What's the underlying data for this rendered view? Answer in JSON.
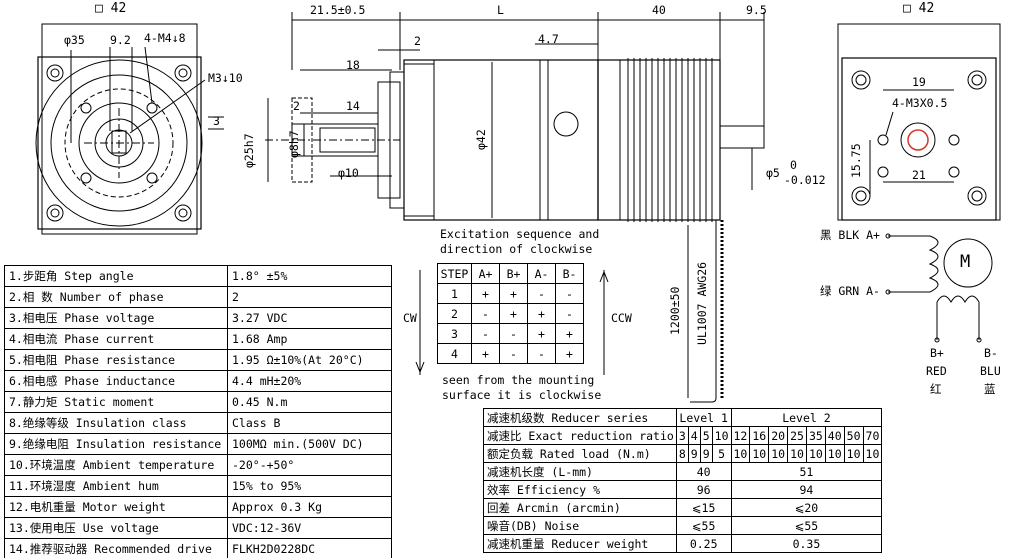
{
  "dims": {
    "sq42_left": "42",
    "sq42_right": "42",
    "d35": "φ35",
    "d9_2": "9.2",
    "m4": "4-M4↓8",
    "m3": "M3↓10",
    "n3": "3",
    "d21_5": "21.5±0.5",
    "L": "L",
    "d40": "40",
    "d9_5": "9.5",
    "d2a": "2",
    "d4_7": "4.7",
    "d18": "18",
    "d2b": "2",
    "d14": "14",
    "d25h7": "φ25h7",
    "d8h7": "φ8h7",
    "d10": "φ10",
    "d42": "φ42",
    "d5": "φ5",
    "d5_tol_top": "0",
    "d5_tol_bot": "-0.012",
    "d19": "19",
    "m3x05": "4-M3X0.5",
    "d15_75": "15.75",
    "d21": "21",
    "cable_len": "1200±50",
    "cable_type": "UL1007 AWG26"
  },
  "wiring": {
    "blk": "黑 BLK A+",
    "grn": "绿 GRN A-",
    "motor": "M",
    "b_plus": "B+",
    "red": "RED",
    "red_cn": "红",
    "b_minus": "B-",
    "blu": "BLU",
    "blu_cn": "蓝"
  },
  "excitation": {
    "title1": "Excitation sequence and",
    "title2": "direction of clockwise",
    "cw": "CW",
    "ccw": "CCW",
    "foot1": "seen from the mounting",
    "foot2": "surface it is clockwise",
    "headers": [
      "STEP",
      "A+",
      "B+",
      "A-",
      "B-"
    ],
    "rows": [
      [
        "1",
        "+",
        "+",
        "-",
        "-"
      ],
      [
        "2",
        "-",
        "+",
        "+",
        "-"
      ],
      [
        "3",
        "-",
        "-",
        "+",
        "+"
      ],
      [
        "4",
        "+",
        "-",
        "-",
        "+"
      ]
    ]
  },
  "specs": [
    [
      "1.步距角 Step angle",
      "1.8° ±5%"
    ],
    [
      "2.相  数 Number of phase",
      "2"
    ],
    [
      "3.相电压 Phase voltage",
      "3.27 VDC"
    ],
    [
      "4.相电流 Phase current",
      "1.68 Amp"
    ],
    [
      "5.相电阻 Phase resistance",
      "1.95 Ω±10%(At 20°C)"
    ],
    [
      "6.相电感 Phase inductance",
      "4.4 mH±20%"
    ],
    [
      "7.静力矩 Static moment",
      "0.45 N.m"
    ],
    [
      "8.绝缘等级 Insulation class",
      "Class B"
    ],
    [
      "9.绝缘电阻 Insulation resistance",
      "100MΩ min.(500V DC)"
    ],
    [
      "10.环境温度 Ambient temperature",
      "-20°-+50°"
    ],
    [
      "11.环境湿度 Ambient hum",
      "15% to 95%"
    ],
    [
      "12.电机重量 Motor weight",
      "Approx 0.3 Kg"
    ],
    [
      "13.使用电压 Use voltage",
      "VDC:12-36V"
    ],
    [
      "14.推荐驱动器 Recommended drive",
      "FLKH2D0228DC"
    ]
  ],
  "reducer": {
    "series_label": "减速机级数 Reducer series",
    "level1": "Level 1",
    "level2": "Level 2",
    "ratio_label": "减速比 Exact reduction ratio",
    "ratios": [
      "3",
      "4",
      "5",
      "10",
      "12",
      "16",
      "20",
      "25",
      "35",
      "40",
      "50",
      "70"
    ],
    "load_label": "额定负载 Rated load (N.m)",
    "loads": [
      "8",
      "9",
      "9",
      "5",
      "10",
      "10",
      "10",
      "10",
      "10",
      "10",
      "10",
      "10"
    ],
    "length_label": "减速机长度 (L-mm)",
    "length": [
      "40",
      "51"
    ],
    "eff_label": "效率 Efficiency %",
    "eff": [
      "96",
      "94"
    ],
    "backlash_label": "回差 Arcmin (arcmin)",
    "backlash": [
      "⩽15",
      "⩽20"
    ],
    "noise_label": "噪音(DB) Noise",
    "noise": [
      "⩽55",
      "⩽55"
    ],
    "weight_label": "减速机重量 Reducer weight",
    "weight": [
      "0.25",
      "0.35"
    ]
  }
}
